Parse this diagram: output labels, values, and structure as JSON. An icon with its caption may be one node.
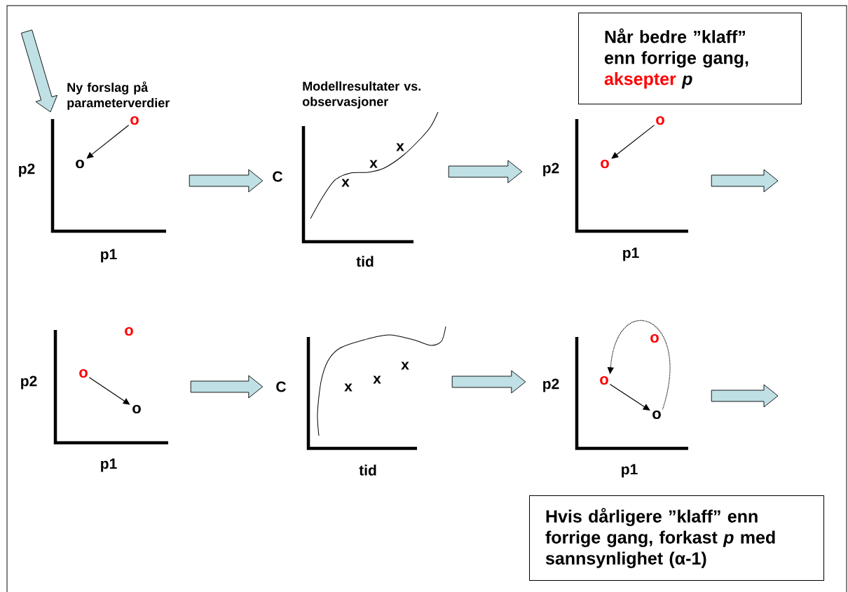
{
  "diagram": {
    "nodes": [
      {
        "text": [
          "Når bedre ”klaff” enn forrige gang,",
          "aksepter",
          "p"
        ]
      },
      {
        "text": [],
        "shape": "picture",
        "beside": [
          "Ny forslag på parameterverdier"
        ]
      },
      {
        "text": [
          "o"
        ],
        "in": 1
      },
      {
        "text": [
          "o"
        ],
        "in": 1
      },
      {
        "text": [],
        "shape": "picture",
        "beside": [
          "Modellresultater vs. observasjoner"
        ]
      },
      {
        "text": [],
        "shape": "picture"
      },
      {
        "text": [
          "o"
        ],
        "in": 5
      },
      {
        "text": [
          "o"
        ],
        "in": 5
      },
      {
        "text": [],
        "shape": "picture"
      },
      {
        "text": [
          "o"
        ],
        "in": 8
      },
      {
        "text": [
          "o"
        ],
        "in": 8
      },
      {
        "text": [
          "o"
        ],
        "in": 8
      },
      {
        "text": [],
        "shape": "picture"
      },
      {
        "text": [],
        "shape": "picture"
      },
      {
        "text": [
          "o"
        ],
        "in": 13
      },
      {
        "text": [
          "o"
        ],
        "in": 13
      },
      {
        "text": [
          "o"
        ],
        "in": 13
      },
      {
        "text": [
          "Hvis dårligere ”klaff” enn forrige gang, forkast *p* med sannsynlighet (α-1)"
        ]
      }
    ],
    "edges": [
      {
        "from": null,
        "to": 1,
        "arrow": "to"
      },
      {
        "from": 2,
        "to": 3,
        "arrow": "to"
      },
      {
        "from": 1,
        "to": 4,
        "arrow": "to"
      },
      {
        "from": 4,
        "to": 5,
        "arrow": "to"
      },
      {
        "from": 6,
        "to": 7,
        "arrow": "to"
      },
      {
        "from": 5,
        "to": null,
        "arrow": "to"
      },
      {
        "from": 8,
        "to": 12,
        "arrow": "to"
      },
      {
        "from": 10,
        "to": 11,
        "arrow": "to"
      },
      {
        "from": 12,
        "to": 13,
        "arrow": "to"
      },
      {
        "from": 15,
        "to": 16,
        "arrow": "to"
      },
      {
        "from": 16,
        "to": 15,
        "arrow": "to",
        "style": "dashed"
      },
      {
        "from": 13,
        "to": null,
        "arrow": "to"
      }
    ],
    "labels": [
      "p2",
      "p1",
      "C",
      "x",
      "x",
      "x",
      "tid",
      "p2",
      "p1",
      "p2",
      "p1",
      "C",
      "x",
      "x",
      "x",
      "tid",
      "p2",
      "p1"
    ]
  }
}
